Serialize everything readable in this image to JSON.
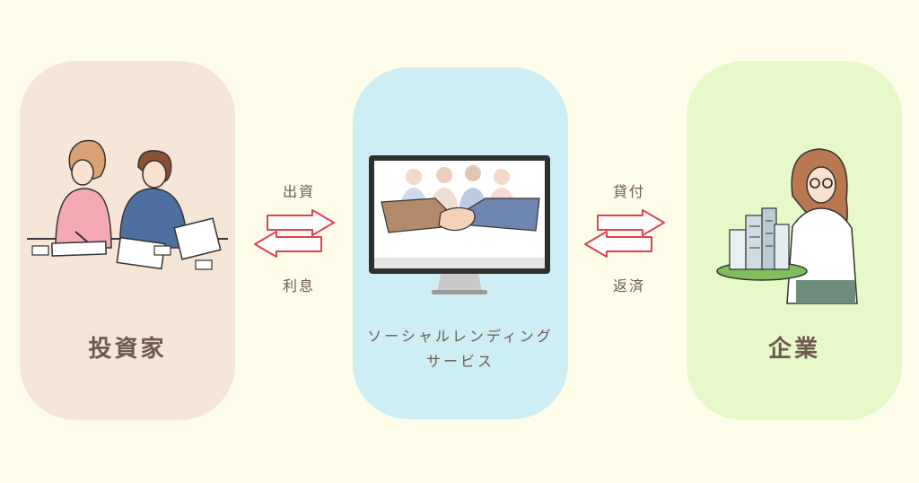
{
  "panels": {
    "investor": {
      "title": "投資家"
    },
    "service": {
      "line1": "ソーシャルレンディング",
      "line2": "サービス"
    },
    "company": {
      "title": "企業"
    }
  },
  "flows": {
    "left": {
      "top_label": "出資",
      "bottom_label": "利息"
    },
    "right": {
      "top_label": "貸付",
      "bottom_label": "返済"
    }
  },
  "colors": {
    "background": "#fdfde9",
    "investor_panel": "#f6e6d7",
    "service_panel": "#cdeef5",
    "company_panel": "#e8f9c9",
    "arrow": "#e0434f",
    "text": "#6e5a4d"
  }
}
